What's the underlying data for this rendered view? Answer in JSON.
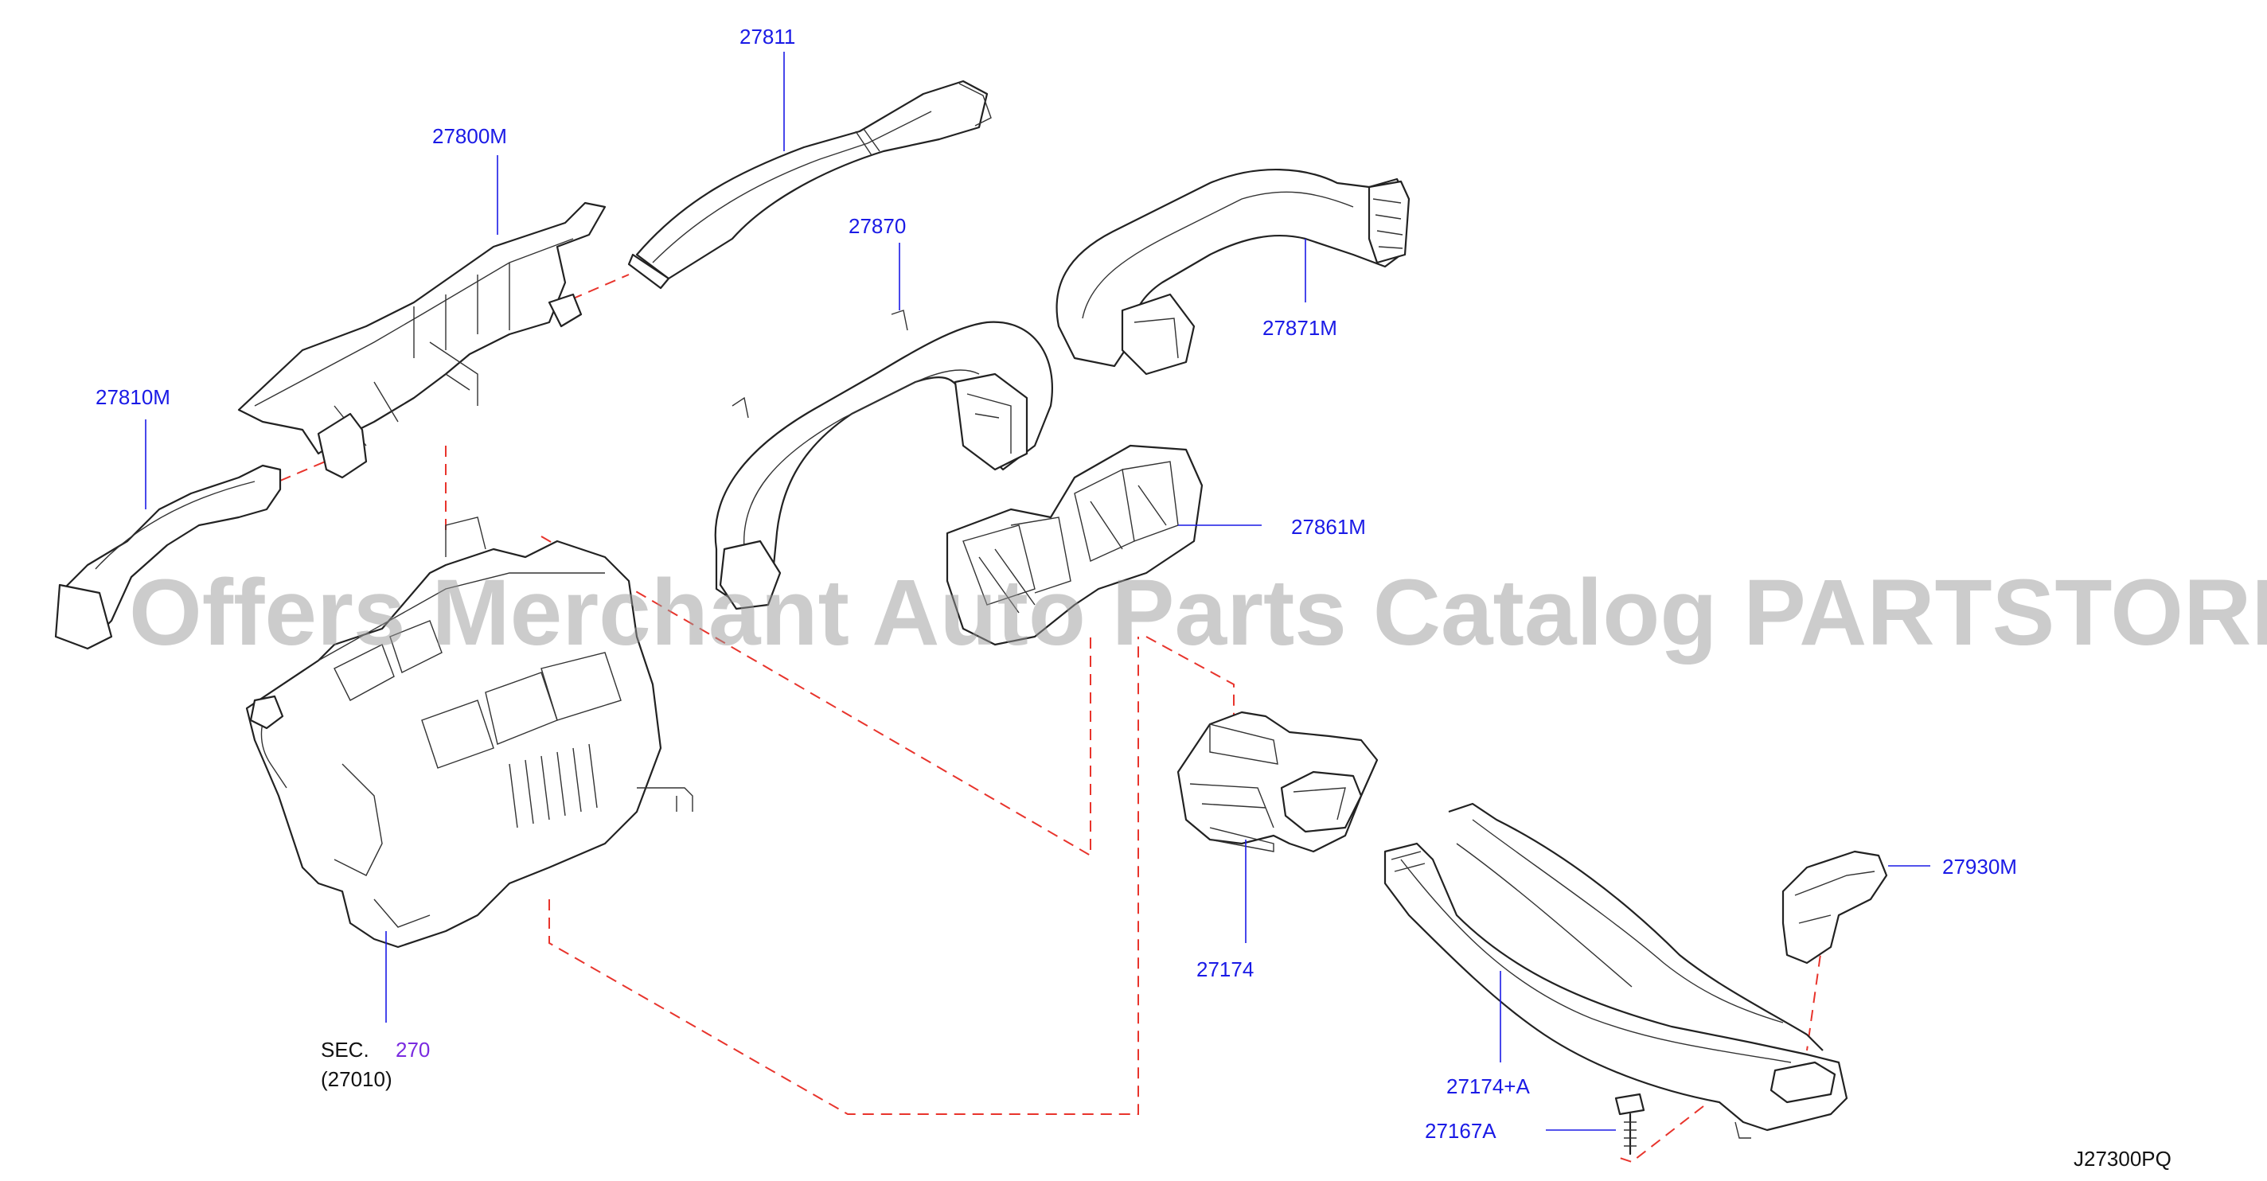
{
  "watermark": "Offers Merchant Auto Parts Catalog PARTSTORE.SA",
  "diagram_code": "J27300PQ",
  "colors": {
    "label": "#1a1ae6",
    "reference": "#7a2be0",
    "leader_dash": "#e8342c",
    "line_art": "#222222"
  },
  "callouts": {
    "p27811": "27811",
    "p27800M": "27800M",
    "p27870": "27870",
    "p27871M": "27871M",
    "p27810M": "27810M",
    "p27861M": "27861M",
    "p27174": "27174",
    "p27930M": "27930M",
    "p27174A": "27174+A",
    "p27167A": "27167A"
  },
  "section_ref": {
    "prefix": "SEC.",
    "number": "270",
    "sub": "(27010)"
  }
}
